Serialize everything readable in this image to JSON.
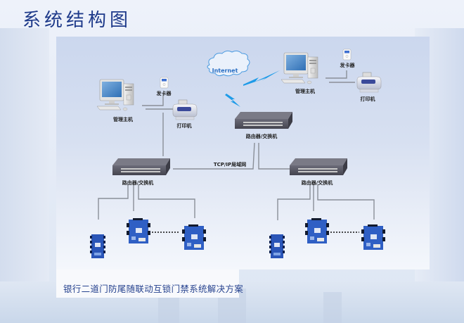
{
  "page": {
    "title": "系统结构图",
    "caption": "银行二道门防尾随联动互锁门禁系统解决方案"
  },
  "diagram": {
    "internet_label": "Internet",
    "network_label": "TCP/IP局域网",
    "left_station": {
      "host_label": "管理主机",
      "card_issuer_label": "发卡器",
      "printer_label": "打印机"
    },
    "right_station": {
      "host_label": "管理主机",
      "card_issuer_label": "发卡器",
      "printer_label": "打印机"
    },
    "switches": {
      "center_label": "路由器/交换机",
      "left_label": "路由器/交换机",
      "right_label": "路由器/交换机"
    },
    "colors": {
      "title": "#1e3a8a",
      "lightning": "#1e9be8",
      "board": "#2a55b8",
      "line": "#8a8f98"
    }
  }
}
